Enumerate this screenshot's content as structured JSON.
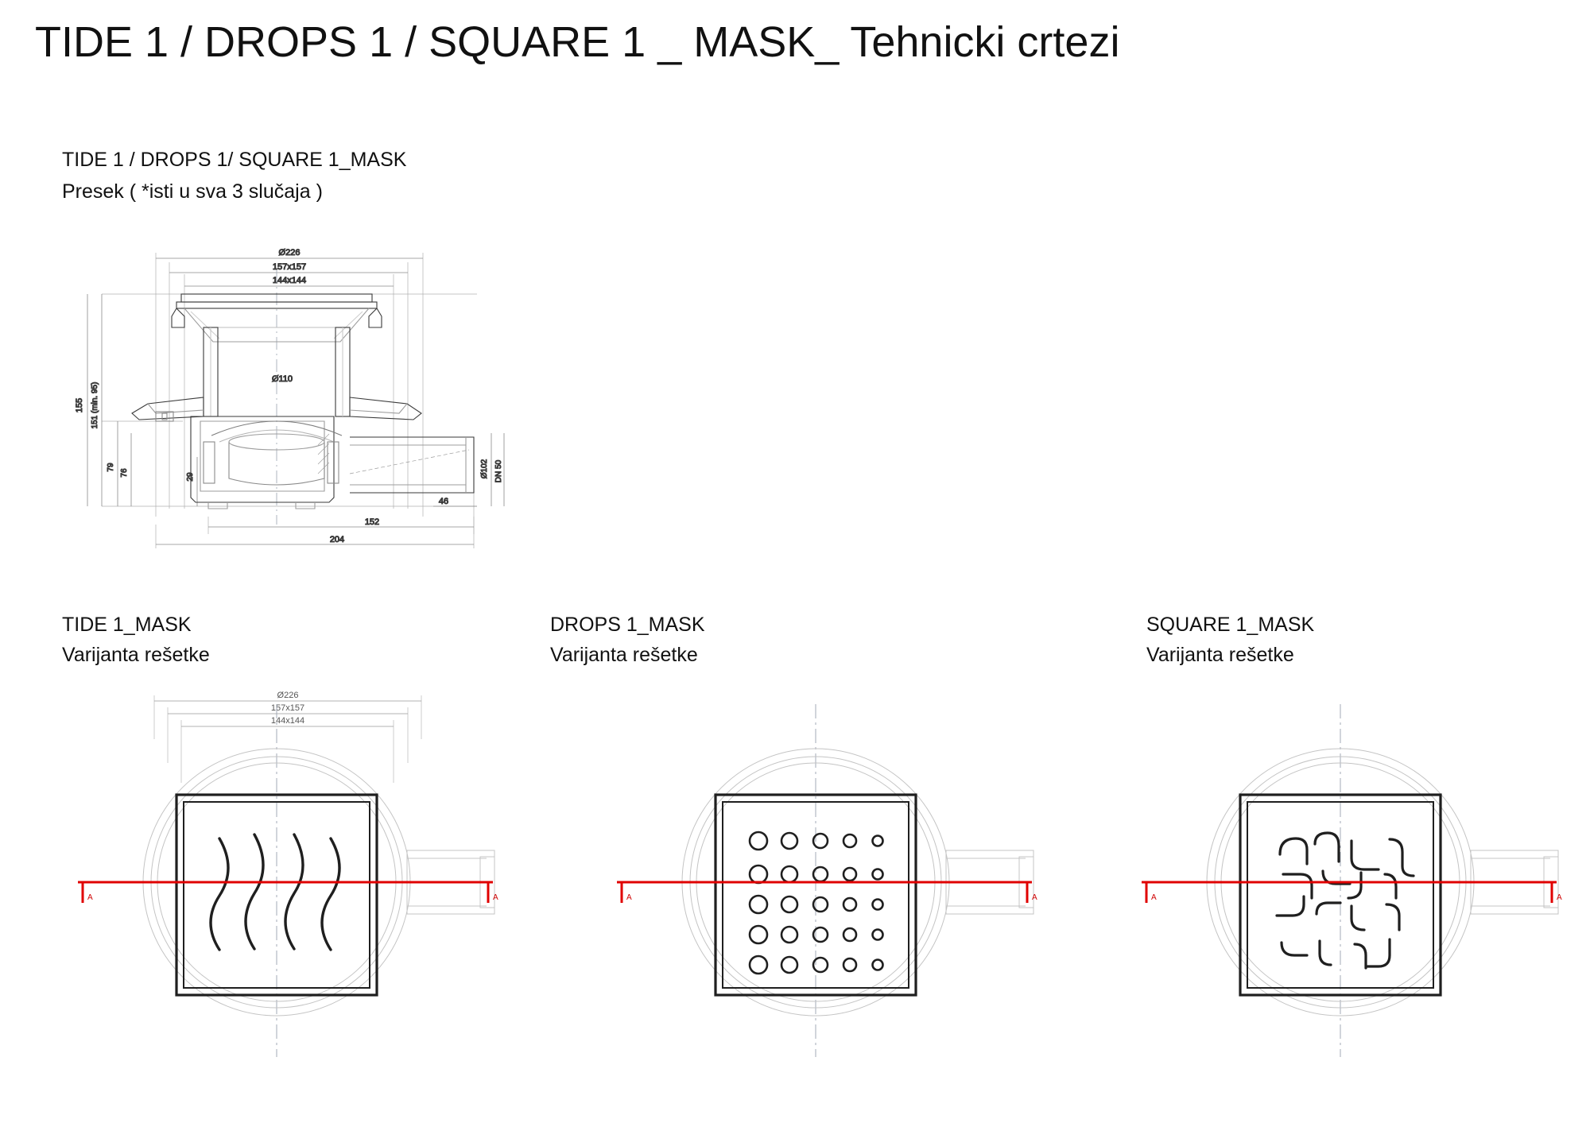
{
  "page": {
    "title": "TIDE 1 / DROPS 1 / SQUARE 1  _ MASK_ Tehnicki crtezi",
    "background": "#ffffff",
    "line_color": "#3a3a3a",
    "dim_color": "#555555",
    "accent_color": "#d00000"
  },
  "section_section": {
    "title_line1": "TIDE 1 / DROPS 1/ SQUARE 1_MASK",
    "title_line2": "Presek ( *isti u sva 3 slučaja )",
    "dimensions": {
      "outer_diameter": "Ø226",
      "frame_outer": "157x157",
      "frame_inner": "144x144",
      "pipe_diameter": "Ø110",
      "height_total": "155",
      "height_min": "151 (min. 95)",
      "height_79": "79",
      "height_76": "76",
      "height_29": "29",
      "outlet_label": "DN 50",
      "outlet_size": "Ø102",
      "len_46": "46",
      "len_152": "152",
      "len_204": "204"
    }
  },
  "variants": [
    {
      "id": "tide",
      "title": "TIDE 1_MASK",
      "subtitle": "Varijanta rešetke",
      "grate_pattern": "waves",
      "dimensions": {
        "outer_diameter": "Ø226",
        "frame_outer": "157x157",
        "frame_inner": "144x144"
      },
      "section_marks": [
        "A",
        "A"
      ]
    },
    {
      "id": "drops",
      "title": "DROPS 1_MASK",
      "subtitle": "Varijanta rešetke",
      "grate_pattern": "dots",
      "dimensions": {},
      "section_marks": [
        "A",
        "A"
      ]
    },
    {
      "id": "square",
      "title": "SQUARE 1_MASK",
      "subtitle": "Varijanta rešetke",
      "grate_pattern": "brackets",
      "dimensions": {},
      "section_marks": [
        "A",
        "A"
      ]
    }
  ]
}
